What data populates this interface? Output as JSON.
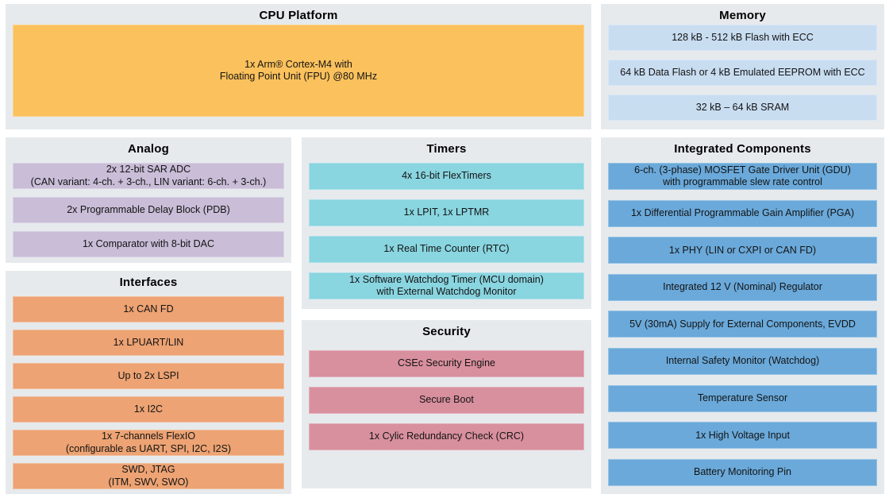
{
  "page": {
    "background": "#ffffff",
    "section_bg": "#e6eaed",
    "text_color": "#141414"
  },
  "sections": {
    "cpu": {
      "title": "CPU Platform",
      "color": "#fbc15c",
      "blocks": [
        "1x Arm® Cortex-M4 with\nFloating Point Unit (FPU) @80 MHz"
      ]
    },
    "memory": {
      "title": "Memory",
      "color": "#c9ddf1",
      "blocks": [
        "128 kB - 512 kB Flash with ECC",
        "64 kB Data Flash or 4 kB Emulated EEPROM with ECC",
        "32 kB – 64 kB SRAM"
      ]
    },
    "analog": {
      "title": "Analog",
      "color": "#c9bdd8",
      "blocks": [
        "2x 12-bit SAR ADC\n(CAN variant: 4-ch. + 3-ch., LIN variant: 6-ch. + 3-ch.)",
        "2x Programmable Delay Block (PDB)",
        "1x Comparator with 8-bit DAC"
      ]
    },
    "timers": {
      "title": "Timers",
      "color": "#89d5e0",
      "blocks": [
        "4x 16-bit FlexTimers",
        "1x LPIT, 1x LPTMR",
        "1x Real Time Counter (RTC)",
        "1x Software Watchdog Timer (MCU domain)\nwith External Watchdog Monitor"
      ]
    },
    "interfaces": {
      "title": "Interfaces",
      "color": "#eda373",
      "blocks": [
        "1x CAN FD",
        "1x LPUART/LIN",
        "Up to 2x LSPI",
        "1x I2C",
        "1x 7-channels FlexIO\n(configurable as UART, SPI, I2C, I2S)",
        "SWD, JTAG\n(ITM, SWV, SWO)"
      ]
    },
    "security": {
      "title": "Security",
      "color": "#d88f9e",
      "blocks": [
        "CSEc Security Engine",
        "Secure Boot",
        "1x Cylic Redundancy Check (CRC)"
      ]
    },
    "integrated": {
      "title": "Integrated Components",
      "color": "#6aa9da",
      "blocks": [
        "6-ch. (3-phase) MOSFET Gate Driver Unit (GDU)\nwith programmable slew rate control",
        "1x Differential Programmable Gain Amplifier (PGA)",
        "1x PHY (LIN or CXPI or CAN FD)",
        "Integrated 12 V (Nominal) Regulator",
        "5V (30mA) Supply for External Components, EVDD",
        "Internal Safety Monitor (Watchdog)",
        "Temperature Sensor",
        "1x High Voltage Input",
        "Battery Monitoring Pin"
      ]
    }
  }
}
